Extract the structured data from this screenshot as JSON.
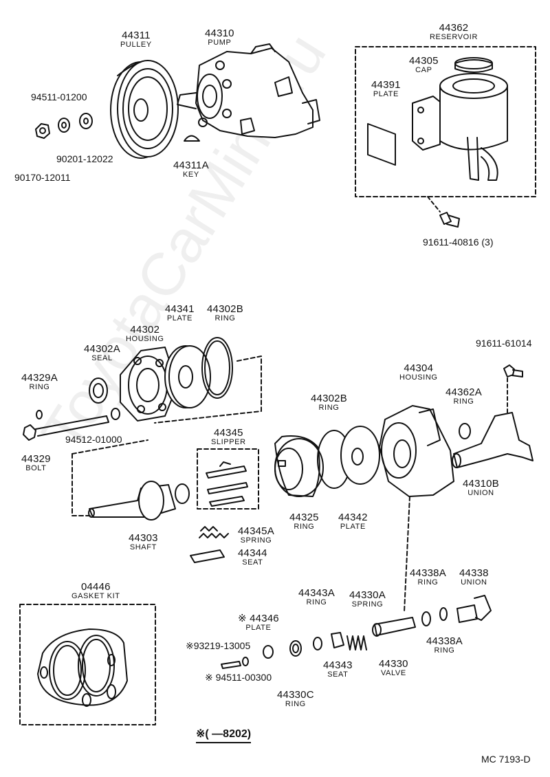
{
  "watermark": "ToyotaCarMine.ru",
  "footer_note": "※(    —8202)",
  "diagram_code": "MC  7193-D",
  "parts": {
    "p44311": {
      "number": "44311",
      "name": "PULLEY"
    },
    "p44310": {
      "number": "44310",
      "name": "PUMP"
    },
    "p44362": {
      "number": "44362",
      "name": "RESERVOIR"
    },
    "p44305": {
      "number": "44305",
      "name": "CAP"
    },
    "p44391": {
      "number": "44391",
      "name": "PLATE"
    },
    "p94511_01200": {
      "number": "94511-01200"
    },
    "p90201_12022": {
      "number": "90201-12022"
    },
    "p90170_12011": {
      "number": "90170-12011"
    },
    "p44311A": {
      "number": "44311A",
      "name": "KEY"
    },
    "p91611_40816": {
      "number": "91611-40816 (3)"
    },
    "p44341": {
      "number": "44341",
      "name": "PLATE"
    },
    "p44302B_top": {
      "number": "44302B",
      "name": "RING"
    },
    "p44302": {
      "number": "44302",
      "name": "HOUSING"
    },
    "p44302A": {
      "number": "44302A",
      "name": "SEAL"
    },
    "p44329A": {
      "number": "44329A",
      "name": "RING"
    },
    "p44329": {
      "number": "44329",
      "name": "BOLT"
    },
    "p94512_01000": {
      "number": "94512-01000"
    },
    "p44345": {
      "number": "44345",
      "name": "SLIPPER"
    },
    "p44302B_mid": {
      "number": "44302B",
      "name": "RING"
    },
    "p44304": {
      "number": "44304",
      "name": "HOUSING"
    },
    "p91611_61014": {
      "number": "91611-61014"
    },
    "p44362A": {
      "number": "44362A",
      "name": "RING"
    },
    "p44310B": {
      "number": "44310B",
      "name": "UNION"
    },
    "p44325": {
      "number": "44325",
      "name": "RING"
    },
    "p44342": {
      "number": "44342",
      "name": "PLATE"
    },
    "p44303": {
      "number": "44303",
      "name": "SHAFT"
    },
    "p44345A": {
      "number": "44345A",
      "name": "SPRING"
    },
    "p44344": {
      "number": "44344",
      "name": "SEAT"
    },
    "p04446": {
      "number": "04446",
      "name": "GASKET KIT"
    },
    "p44338A_top": {
      "number": "44338A",
      "name": "RING"
    },
    "p44338": {
      "number": "44338",
      "name": "UNION"
    },
    "p44343A": {
      "number": "44343A",
      "name": "RING"
    },
    "p44330A": {
      "number": "44330A",
      "name": "SPRING"
    },
    "p44346": {
      "number": "※ 44346",
      "name": "PLATE"
    },
    "p93219_13005": {
      "number": "※93219-13005"
    },
    "p94511_00300": {
      "number": "※ 94511-00300"
    },
    "p44343": {
      "number": "44343",
      "name": "SEAT"
    },
    "p44330": {
      "number": "44330",
      "name": "VALVE"
    },
    "p44338A_bot": {
      "number": "44338A",
      "name": "RING"
    },
    "p44330C": {
      "number": "44330C",
      "name": "RING"
    }
  }
}
